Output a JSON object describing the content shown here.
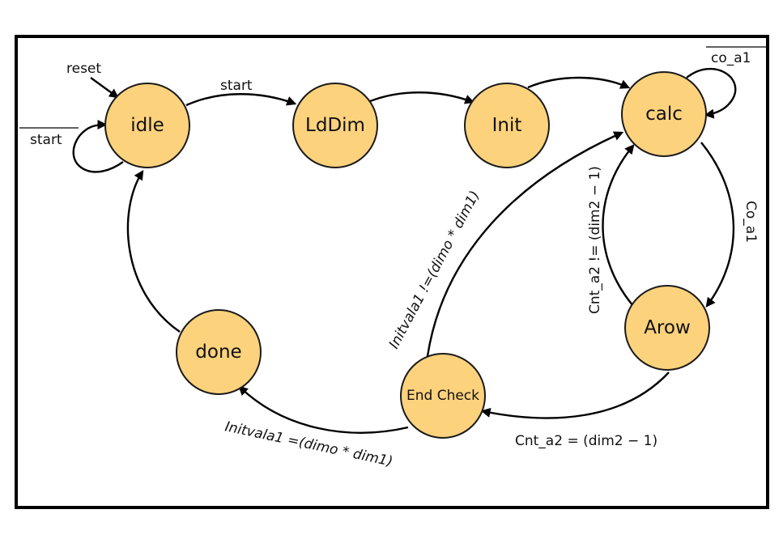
{
  "colors": {
    "state_fill": "#fcd27d",
    "stroke": "#000000",
    "frame": "#000000"
  },
  "states": {
    "idle": "idle",
    "lddim": "LdDim",
    "init": "Init",
    "calc": "calc",
    "arow": "Arow",
    "done": "done",
    "endcheck": "End Check"
  },
  "edges": {
    "reset": "reset",
    "start": "start",
    "not_start": "start",
    "not_co_a1": "co_a1",
    "co_a1": "Co_a1",
    "cnt_ne": "Cnt_a2 != (dim2 − 1)",
    "cnt_eq": "Cnt_a2 = (dim2 − 1)",
    "init_ne": "Initvala1 !=(dimo * dim1)",
    "init_eq": "Initvala1 =(dimo * dim1)"
  }
}
